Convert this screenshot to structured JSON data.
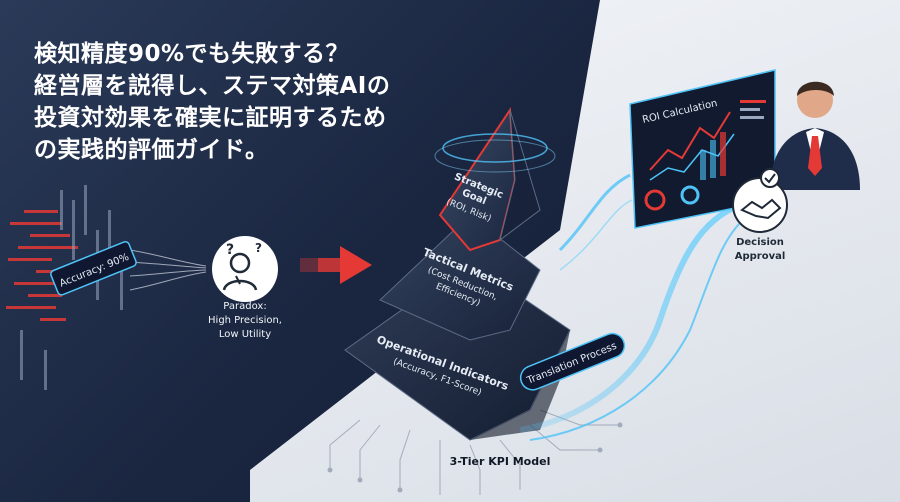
{
  "headline": {
    "lines": [
      "検知精度90%でも失敗する？",
      "経営層を説得し、ステマ対策AIの",
      "投資対効果を確実に証明するため",
      "の実践的評価ガイド。"
    ]
  },
  "accuracy_badge": "Accuracy: 90%",
  "paradox": {
    "line1": "Paradox:",
    "line2": "High Precision,",
    "line3": "Low Utility"
  },
  "pyramid": {
    "tier_top": {
      "line1": "Strategic",
      "line2": "Goal",
      "line3": "(ROI, Risk)"
    },
    "tier_mid": {
      "line1": "Tactical Metrics",
      "line2": "(Cost Reduction,",
      "line3": "Efficiency)"
    },
    "tier_base": {
      "line1": "Operational Indicators",
      "line2": "(Accuracy, F1-Score)"
    }
  },
  "translation_label": "Translation Process",
  "roi_panel_title": "ROI Calculation",
  "decision": {
    "line1": "Decision",
    "line2": "Approval"
  },
  "model_caption": "3-Tier KPI Model",
  "colors": {
    "accent_red": "#e53935",
    "accent_cyan": "#4fc3f7",
    "dark_bg": "#1a2640",
    "light_bg": "#eef1f5"
  },
  "icons": [
    "binary-rain-icon",
    "confused-person-icon",
    "red-arrow-icon",
    "line-chart-icon",
    "handshake-icon",
    "businessman-icon"
  ]
}
